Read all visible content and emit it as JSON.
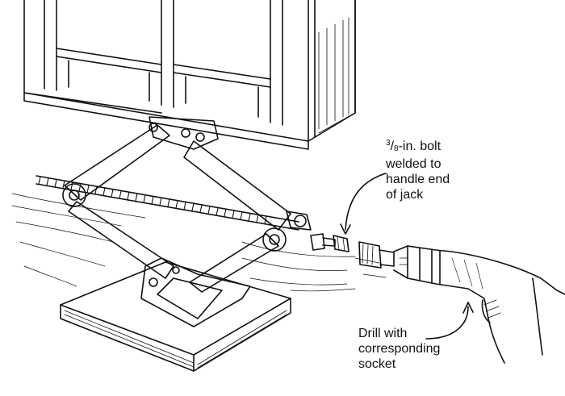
{
  "labels": {
    "bolt": {
      "fraction_num": "3",
      "fraction_den": "8",
      "line1_rest": "-in. bolt",
      "line2": "welded to",
      "line3": "handle end",
      "line4": "of jack"
    },
    "drill": {
      "line1": "Drill with",
      "line2": "corresponding",
      "line3": "socket"
    }
  },
  "colors": {
    "ink": "#111111",
    "paper": "#ffffff"
  }
}
